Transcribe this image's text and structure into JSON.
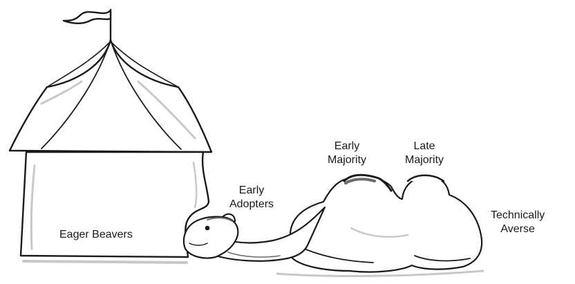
{
  "labels": {
    "eager_beavers": "Eager Beavers",
    "early_adopters": {
      "line1": "Early",
      "line2": "Adopters"
    },
    "early_majority": {
      "line1": "Early",
      "line2": "Majority"
    },
    "late_majority": {
      "line1": "Late",
      "line2": "Majority"
    },
    "technically_averse": {
      "line1": "Technically",
      "line2": "Averse"
    }
  },
  "colors": {
    "ink": "#1a1a1a",
    "shade": "#c8c8c8",
    "background": "#ffffff"
  }
}
